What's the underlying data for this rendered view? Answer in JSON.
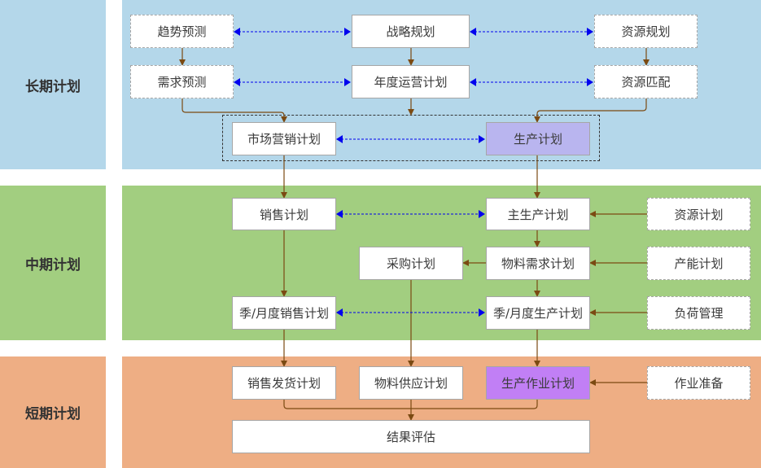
{
  "bands": {
    "long": {
      "label": "长期计划",
      "color": "#b4d7ea"
    },
    "mid": {
      "label": "中期计划",
      "color": "#a2ce80"
    },
    "short": {
      "label": "短期计划",
      "color": "#eeae84"
    }
  },
  "nodes": {
    "trend_forecast": "趋势预测",
    "strategic_planning": "战略规划",
    "resource_planning": "资源规划",
    "demand_forecast": "需求预测",
    "annual_operation_plan": "年度运营计划",
    "resource_matching": "资源匹配",
    "marketing_plan": "市场营销计划",
    "production_plan": "生产计划",
    "sales_plan": "销售计划",
    "master_production_plan": "主生产计划",
    "resource_plan": "资源计划",
    "purchase_plan": "采购计划",
    "mrp": "物料需求计划",
    "capacity_plan": "产能计划",
    "seasonal_sales_plan": "季/月度销售计划",
    "seasonal_production_plan": "季/月度生产计划",
    "load_management": "负荷管理",
    "sales_delivery_plan": "销售发货计划",
    "material_supply_plan": "物料供应计划",
    "production_operation_plan": "生产作业计划",
    "operation_preparation": "作业准备",
    "result_evaluation": "结果评估"
  },
  "colors": {
    "flow_arrow": "#7b4a12",
    "sync_arrow": "#0000ee",
    "production_plan_fill": "#b9b5ef",
    "production_operation_fill": "#c17ff5"
  }
}
